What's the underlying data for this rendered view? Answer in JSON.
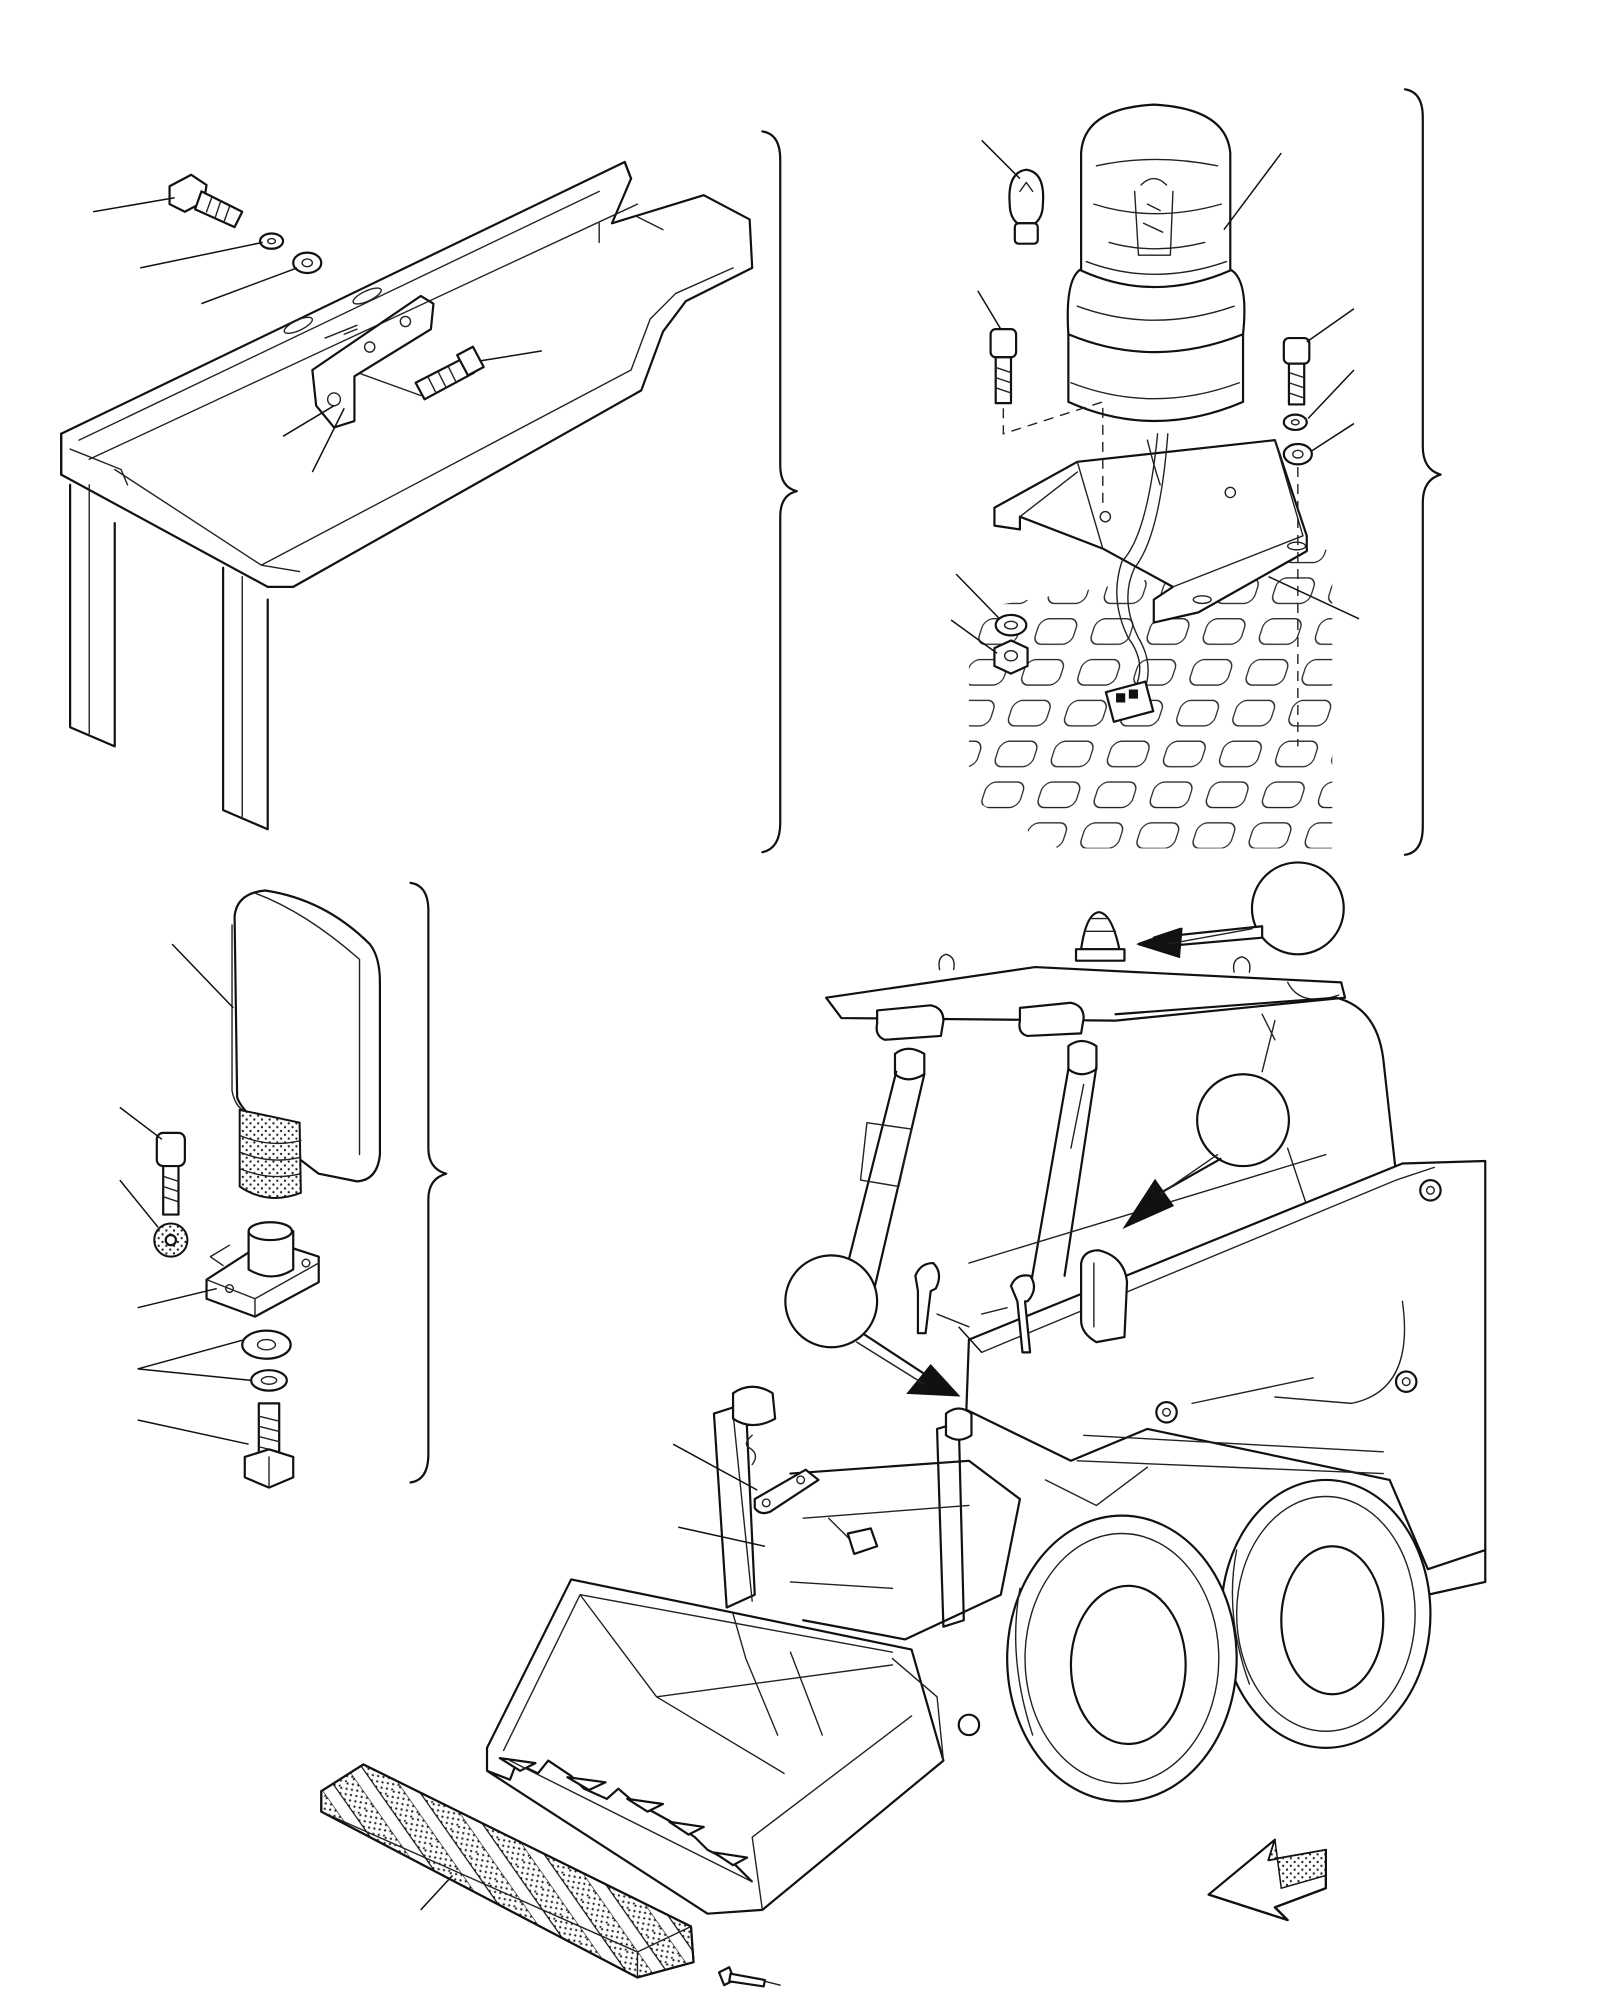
{
  "drawing": {
    "views": [
      "frame-mount-view",
      "beacon-mount-view",
      "mirror-mount-view",
      "loader-overview"
    ],
    "icons": {
      "callout_balloon": "balloon-icon",
      "forward_direction": "direction-arrow-icon"
    },
    "colors": {
      "line": "#111111",
      "paper": "#ffffff"
    }
  }
}
